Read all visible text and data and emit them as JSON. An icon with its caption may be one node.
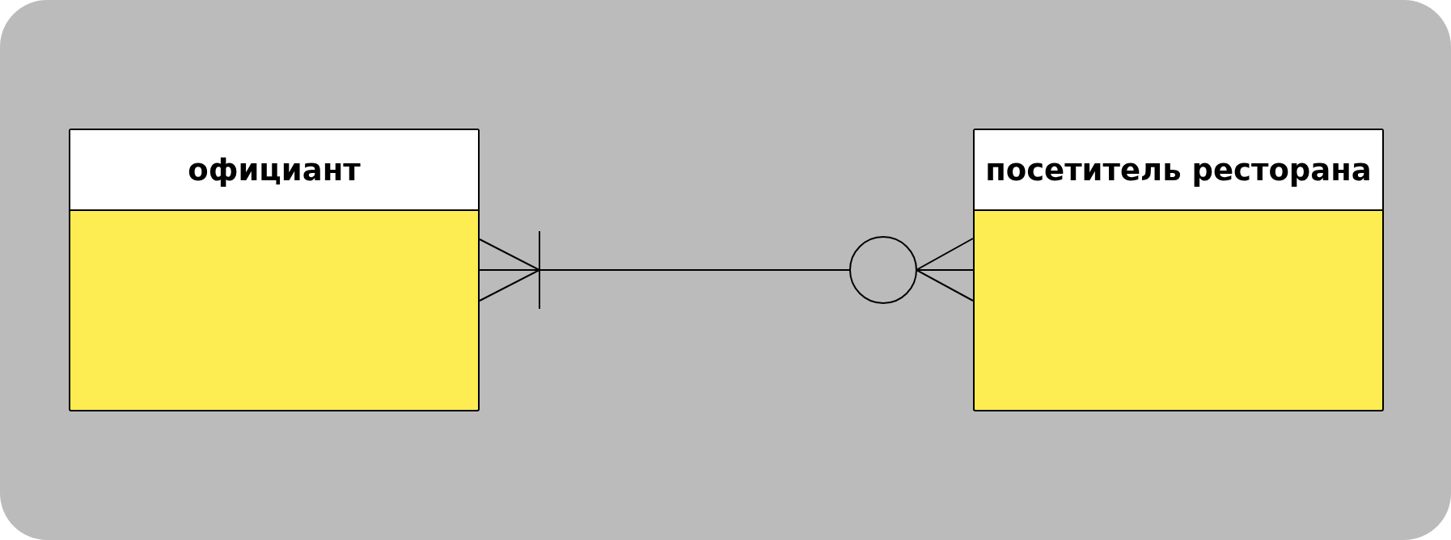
{
  "diagram": {
    "nodes": [
      {
        "text": [
          "официант"
        ]
      },
      {
        "text": [
          "посетитель ресторана"
        ]
      }
    ],
    "edges": [
      {
        "from": 0,
        "to": 1,
        "arrow": "other"
      }
    ]
  }
}
